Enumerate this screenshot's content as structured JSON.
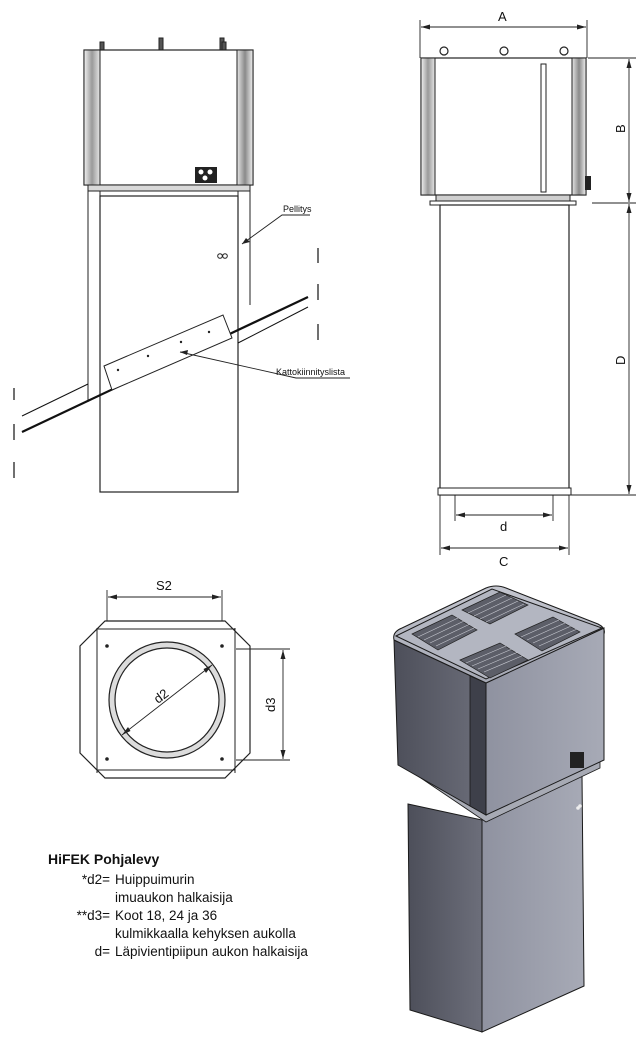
{
  "labels": {
    "pellitys": "Pellitys",
    "kattokiinnityslista": "Kattokiinnityslista",
    "A": "A",
    "B": "B",
    "C": "C",
    "D": "D",
    "d": "d",
    "S2": "S2",
    "d2": "d2",
    "d3": "d3"
  },
  "legend": {
    "title": "HiFEK Pohjalevy",
    "rows": [
      {
        "key": "*d2=",
        "line1": "Huippuimurin",
        "line2": "imuaukon halkaisija"
      },
      {
        "key": "**d3=",
        "line1": "Koot 18, 24 ja 36",
        "line2": "kulmikkaalla kehyksen aukolla"
      },
      {
        "key": "d=",
        "line1": "Läpivientipiipun aukon halkaisija"
      }
    ]
  }
}
